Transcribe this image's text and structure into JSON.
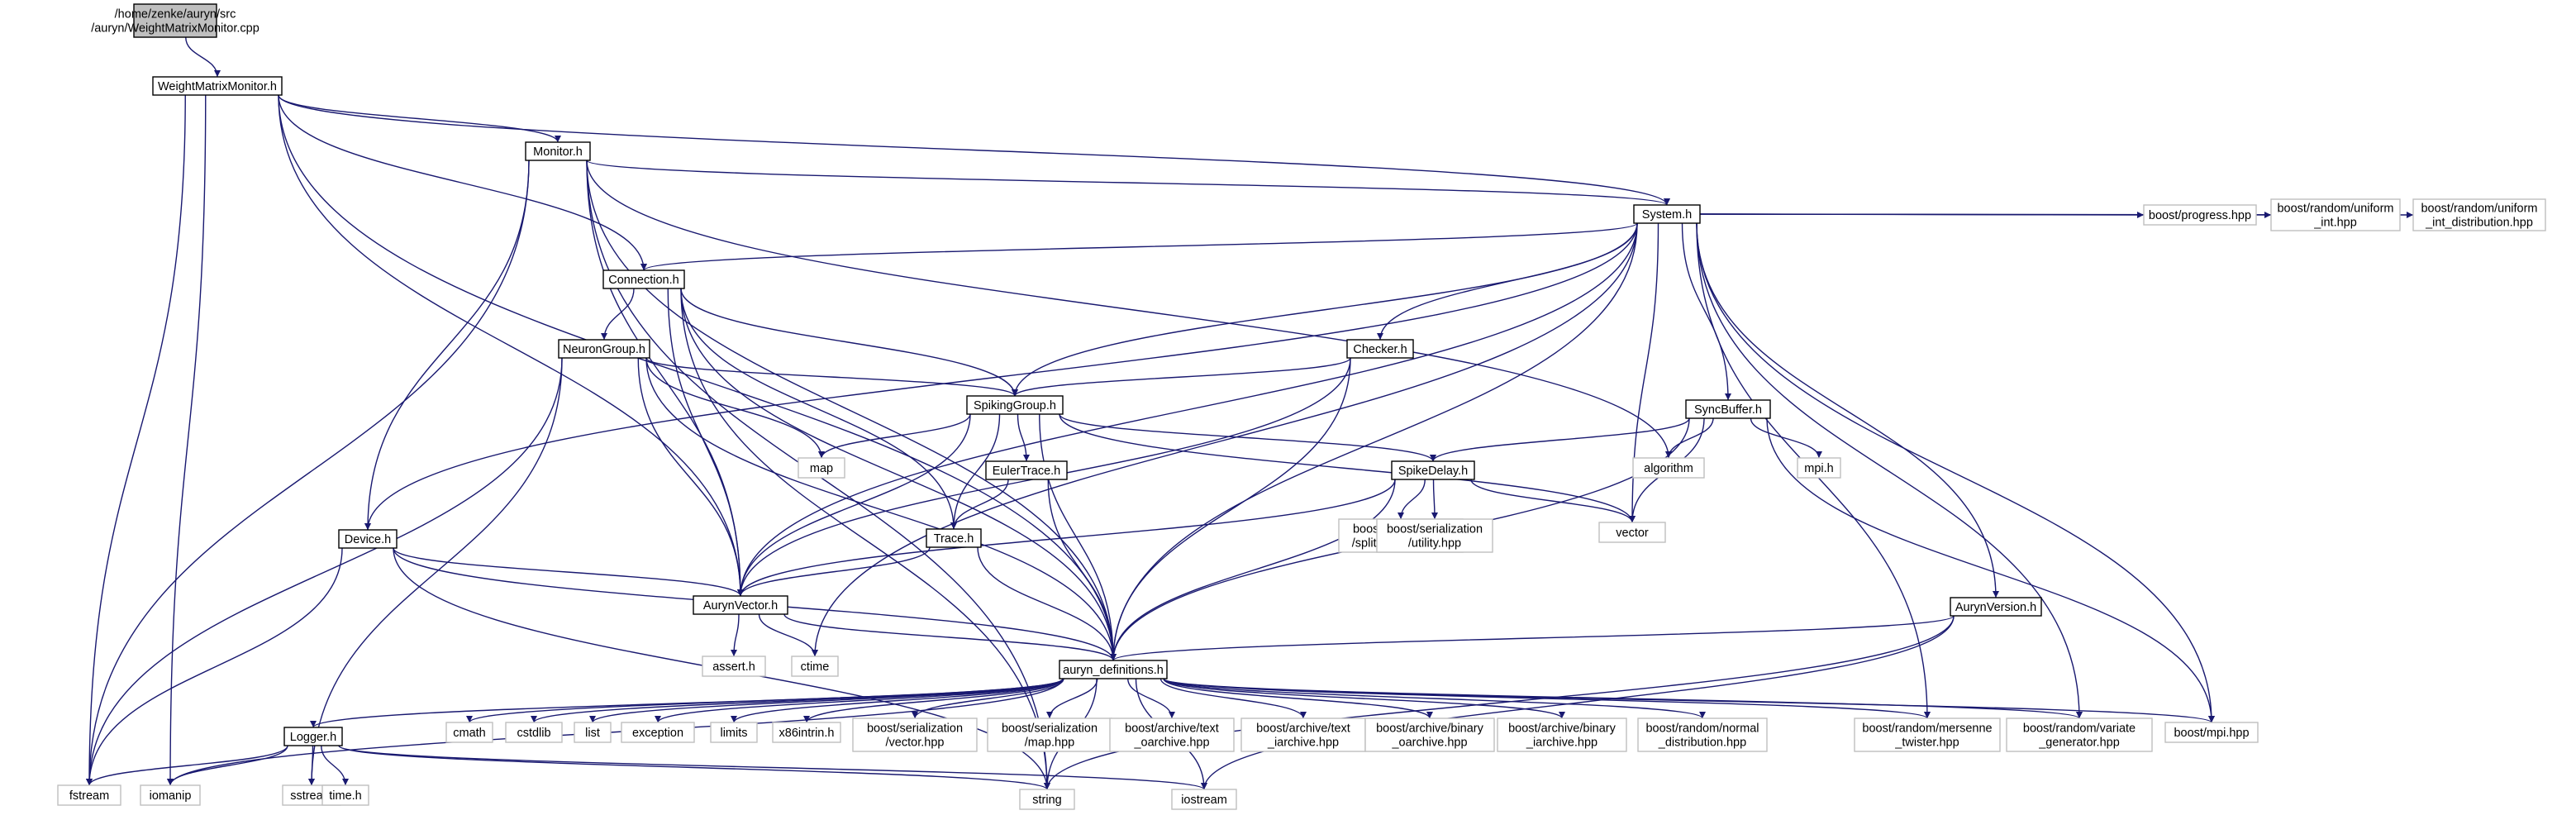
{
  "colors": {
    "edge": "#191970",
    "root_fill": "#bfbfbf",
    "external_border": "#bfbfbf",
    "local_border": "#000000",
    "background": "#ffffff"
  },
  "nodes": [
    {
      "id": "root",
      "kind": "root",
      "lines": [
        "/home/zenke/auryn/src",
        "/auryn/WeightMatrixMonitor.cpp"
      ]
    },
    {
      "id": "wmm",
      "kind": "local",
      "lines": [
        "WeightMatrixMonitor.h"
      ]
    },
    {
      "id": "monitor",
      "kind": "local",
      "lines": [
        "Monitor.h"
      ]
    },
    {
      "id": "system",
      "kind": "local",
      "lines": [
        "System.h"
      ]
    },
    {
      "id": "connection",
      "kind": "local",
      "lines": [
        "Connection.h"
      ]
    },
    {
      "id": "neurongroup",
      "kind": "local",
      "lines": [
        "NeuronGroup.h"
      ]
    },
    {
      "id": "checker",
      "kind": "local",
      "lines": [
        "Checker.h"
      ]
    },
    {
      "id": "spikinggroup",
      "kind": "local",
      "lines": [
        "SpikingGroup.h"
      ]
    },
    {
      "id": "synbuffer",
      "kind": "local",
      "lines": [
        "SyncBuffer.h"
      ]
    },
    {
      "id": "eulertrace",
      "kind": "local",
      "lines": [
        "EulerTrace.h"
      ]
    },
    {
      "id": "spikedelay",
      "kind": "local",
      "lines": [
        "SpikeDelay.h"
      ]
    },
    {
      "id": "device",
      "kind": "local",
      "lines": [
        "Device.h"
      ]
    },
    {
      "id": "trace",
      "kind": "local",
      "lines": [
        "Trace.h"
      ]
    },
    {
      "id": "aurynvector",
      "kind": "local",
      "lines": [
        "AurynVector.h"
      ]
    },
    {
      "id": "aurynversion",
      "kind": "local",
      "lines": [
        "AurynVersion.h"
      ]
    },
    {
      "id": "defs",
      "kind": "local",
      "lines": [
        "auryn_definitions.h"
      ]
    },
    {
      "id": "logger",
      "kind": "local",
      "lines": [
        "Logger.h"
      ]
    },
    {
      "id": "progress",
      "kind": "external",
      "lines": [
        "boost/progress.hpp"
      ]
    },
    {
      "id": "uniformint",
      "kind": "external",
      "lines": [
        "boost/random/uniform",
        "_int.hpp"
      ]
    },
    {
      "id": "uniformintdist",
      "kind": "external",
      "lines": [
        "boost/random/uniform",
        "_int_distribution.hpp"
      ]
    },
    {
      "id": "map",
      "kind": "external",
      "lines": [
        "map"
      ]
    },
    {
      "id": "algorithm",
      "kind": "external",
      "lines": [
        "algorithm"
      ]
    },
    {
      "id": "mpih",
      "kind": "external",
      "lines": [
        "mpi.h"
      ]
    },
    {
      "id": "splitmember",
      "kind": "external",
      "lines": [
        "boost/serialization",
        "/split_member.hpp"
      ]
    },
    {
      "id": "utility",
      "kind": "external",
      "lines": [
        "boost/serialization",
        "/utility.hpp"
      ]
    },
    {
      "id": "vector",
      "kind": "external",
      "lines": [
        "vector"
      ]
    },
    {
      "id": "asserth",
      "kind": "external",
      "lines": [
        "assert.h"
      ]
    },
    {
      "id": "ctime",
      "kind": "external",
      "lines": [
        "ctime"
      ]
    },
    {
      "id": "cmath",
      "kind": "external",
      "lines": [
        "cmath"
      ]
    },
    {
      "id": "cstdlib",
      "kind": "external",
      "lines": [
        "cstdlib"
      ]
    },
    {
      "id": "list",
      "kind": "external",
      "lines": [
        "list"
      ]
    },
    {
      "id": "exception",
      "kind": "external",
      "lines": [
        "exception"
      ]
    },
    {
      "id": "limits",
      "kind": "external",
      "lines": [
        "limits"
      ]
    },
    {
      "id": "x86intrin",
      "kind": "external",
      "lines": [
        "x86intrin.h"
      ]
    },
    {
      "id": "servector",
      "kind": "external",
      "lines": [
        "boost/serialization",
        "/vector.hpp"
      ]
    },
    {
      "id": "sermap",
      "kind": "external",
      "lines": [
        "boost/serialization",
        "/map.hpp"
      ]
    },
    {
      "id": "textoarchive",
      "kind": "external",
      "lines": [
        "boost/archive/text",
        "_oarchive.hpp"
      ]
    },
    {
      "id": "textiarchive",
      "kind": "external",
      "lines": [
        "boost/archive/text",
        "_iarchive.hpp"
      ]
    },
    {
      "id": "binoarchive",
      "kind": "external",
      "lines": [
        "boost/archive/binary",
        "_oarchive.hpp"
      ]
    },
    {
      "id": "biniarchive",
      "kind": "external",
      "lines": [
        "boost/archive/binary",
        "_iarchive.hpp"
      ]
    },
    {
      "id": "normaldist",
      "kind": "external",
      "lines": [
        "boost/random/normal",
        "_distribution.hpp"
      ]
    },
    {
      "id": "mersenne",
      "kind": "external",
      "lines": [
        "boost/random/mersenne",
        "_twister.hpp"
      ]
    },
    {
      "id": "variategen",
      "kind": "external",
      "lines": [
        "boost/random/variate",
        "_generator.hpp"
      ]
    },
    {
      "id": "boostmpi",
      "kind": "external",
      "lines": [
        "boost/mpi.hpp"
      ]
    },
    {
      "id": "fstream",
      "kind": "external",
      "lines": [
        "fstream"
      ]
    },
    {
      "id": "iomanip",
      "kind": "external",
      "lines": [
        "iomanip"
      ]
    },
    {
      "id": "sstream",
      "kind": "external",
      "lines": [
        "sstream"
      ]
    },
    {
      "id": "timeh",
      "kind": "external",
      "lines": [
        "time.h"
      ]
    },
    {
      "id": "string",
      "kind": "external",
      "lines": [
        "string"
      ]
    },
    {
      "id": "iostream",
      "kind": "external",
      "lines": [
        "iostream"
      ]
    }
  ],
  "edges": [
    [
      "root",
      "wmm"
    ],
    [
      "wmm",
      "monitor"
    ],
    [
      "wmm",
      "system"
    ],
    [
      "wmm",
      "connection"
    ],
    [
      "wmm",
      "aurynvector"
    ],
    [
      "wmm",
      "defs"
    ],
    [
      "wmm",
      "fstream"
    ],
    [
      "wmm",
      "iomanip"
    ],
    [
      "monitor",
      "system"
    ],
    [
      "monitor",
      "device"
    ],
    [
      "monitor",
      "aurynvector"
    ],
    [
      "monitor",
      "defs"
    ],
    [
      "monitor",
      "fstream"
    ],
    [
      "monitor",
      "algorithm"
    ],
    [
      "monitor",
      "string"
    ],
    [
      "system",
      "connection"
    ],
    [
      "system",
      "spikinggroup"
    ],
    [
      "system",
      "checker"
    ],
    [
      "system",
      "synbuffer"
    ],
    [
      "system",
      "aurynvector"
    ],
    [
      "system",
      "device"
    ],
    [
      "system",
      "aurynversion"
    ],
    [
      "system",
      "defs"
    ],
    [
      "system",
      "progress"
    ],
    [
      "system",
      "uniformint"
    ],
    [
      "system",
      "uniformintdist"
    ],
    [
      "system",
      "vector"
    ],
    [
      "system",
      "ctime"
    ],
    [
      "system",
      "mersenne"
    ],
    [
      "system",
      "variategen"
    ],
    [
      "system",
      "boostmpi"
    ],
    [
      "connection",
      "neurongroup"
    ],
    [
      "connection",
      "spikinggroup"
    ],
    [
      "connection",
      "aurynvector"
    ],
    [
      "connection",
      "defs"
    ],
    [
      "connection",
      "trace"
    ],
    [
      "connection",
      "string"
    ],
    [
      "neurongroup",
      "spikinggroup"
    ],
    [
      "neurongroup",
      "aurynvector"
    ],
    [
      "neurongroup",
      "defs"
    ],
    [
      "neurongroup",
      "map"
    ],
    [
      "neurongroup",
      "fstream"
    ],
    [
      "neurongroup",
      "sstream"
    ],
    [
      "checker",
      "spikinggroup"
    ],
    [
      "checker",
      "aurynvector"
    ],
    [
      "checker",
      "defs"
    ],
    [
      "spikinggroup",
      "map"
    ],
    [
      "spikinggroup",
      "eulertrace"
    ],
    [
      "spikinggroup",
      "spikedelay"
    ],
    [
      "spikinggroup",
      "trace"
    ],
    [
      "spikinggroup",
      "aurynvector"
    ],
    [
      "spikinggroup",
      "defs"
    ],
    [
      "spikinggroup",
      "vector"
    ],
    [
      "synbuffer",
      "spikedelay"
    ],
    [
      "synbuffer",
      "algorithm"
    ],
    [
      "synbuffer",
      "mpih"
    ],
    [
      "synbuffer",
      "vector"
    ],
    [
      "synbuffer",
      "defs"
    ],
    [
      "synbuffer",
      "boostmpi"
    ],
    [
      "eulertrace",
      "trace"
    ],
    [
      "eulertrace",
      "defs"
    ],
    [
      "spikedelay",
      "splitmember"
    ],
    [
      "spikedelay",
      "utility"
    ],
    [
      "spikedelay",
      "vector"
    ],
    [
      "spikedelay",
      "aurynvector"
    ],
    [
      "spikedelay",
      "defs"
    ],
    [
      "device",
      "aurynvector"
    ],
    [
      "device",
      "defs"
    ],
    [
      "device",
      "fstream"
    ],
    [
      "device",
      "string"
    ],
    [
      "trace",
      "aurynvector"
    ],
    [
      "trace",
      "defs"
    ],
    [
      "aurynvector",
      "asserth"
    ],
    [
      "aurynvector",
      "ctime"
    ],
    [
      "aurynvector",
      "defs"
    ],
    [
      "aurynversion",
      "defs"
    ],
    [
      "aurynversion",
      "string"
    ],
    [
      "aurynversion",
      "iostream"
    ],
    [
      "defs",
      "logger"
    ],
    [
      "defs",
      "cmath"
    ],
    [
      "defs",
      "cstdlib"
    ],
    [
      "defs",
      "list"
    ],
    [
      "defs",
      "exception"
    ],
    [
      "defs",
      "limits"
    ],
    [
      "defs",
      "x86intrin"
    ],
    [
      "defs",
      "servector"
    ],
    [
      "defs",
      "sermap"
    ],
    [
      "defs",
      "textoarchive"
    ],
    [
      "defs",
      "textiarchive"
    ],
    [
      "defs",
      "binoarchive"
    ],
    [
      "defs",
      "biniarchive"
    ],
    [
      "defs",
      "normaldist"
    ],
    [
      "defs",
      "mersenne"
    ],
    [
      "defs",
      "variategen"
    ],
    [
      "defs",
      "boostmpi"
    ],
    [
      "defs",
      "string"
    ],
    [
      "defs",
      "iostream"
    ],
    [
      "defs",
      "iomanip"
    ],
    [
      "logger",
      "fstream"
    ],
    [
      "logger",
      "iomanip"
    ],
    [
      "logger",
      "sstream"
    ],
    [
      "logger",
      "timeh"
    ],
    [
      "logger",
      "string"
    ],
    [
      "logger",
      "iostream"
    ]
  ]
}
